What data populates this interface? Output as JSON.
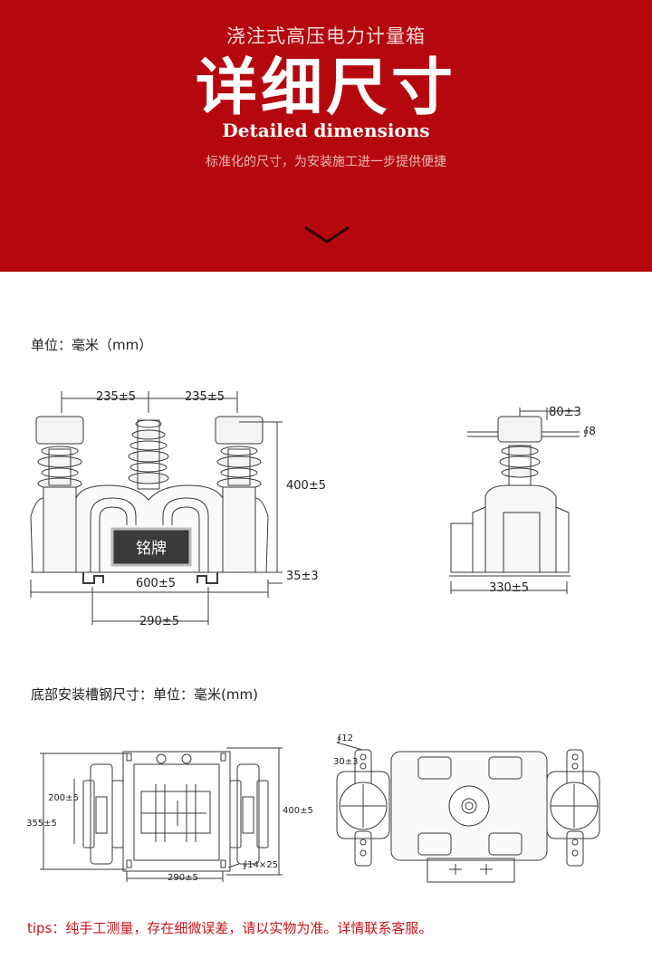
{
  "header": {
    "subtitle": "浇注式高压电力计量箱",
    "title": "详细尺寸",
    "title_en": "Detailed dimensions",
    "description": "标准化的尺寸，为安装施工进一步提供便捷",
    "chevron_icon": "chevron-down-icon",
    "bg_color": "#b5080e"
  },
  "section1": {
    "unit_label": "单位：毫米（mm）",
    "front": {
      "dim_top_left": "235±5",
      "dim_top_right": "235±5",
      "dim_height": "400±5",
      "dim_base": "35±3",
      "dim_width": "600±5",
      "dim_bolt_span": "290±5",
      "nameplate": "铭牌"
    },
    "side": {
      "dim_terminal": "80±3",
      "dim_rod": "∮8",
      "dim_width": "330±5"
    }
  },
  "section2": {
    "unit_label": "底部安装槽钢尺寸：单位：毫米(mm)",
    "bottom": {
      "dim_left_inner": "200±5",
      "dim_left_outer": "355±5",
      "dim_height": "400±5",
      "dim_bottom": "290±5",
      "dim_slot": "∮14×25"
    },
    "top": {
      "dim_hole": "∮12",
      "dim_offset": "30±3"
    }
  },
  "tips": "tips：纯手工测量，存在细微误差，请以实物为准。详情联系客服。"
}
